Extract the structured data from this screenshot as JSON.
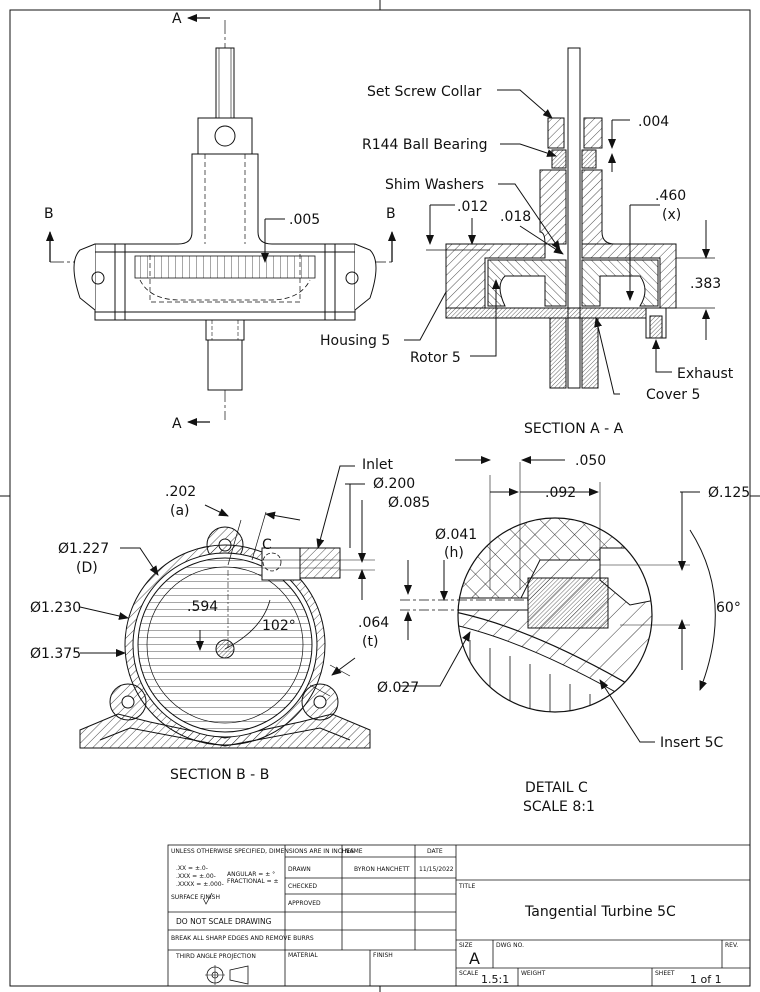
{
  "sections": {
    "aa": "SECTION A - A",
    "bb": "SECTION B - B",
    "detail_title": "DETAIL C",
    "detail_scale": "SCALE 8:1"
  },
  "markers": {
    "a": "A",
    "b": "B",
    "c": "C"
  },
  "callouts": {
    "set_screw_collar": "Set Screw Collar",
    "ball_bearing": "R144 Ball Bearing",
    "shim_washers": "Shim Washers",
    "housing": "Housing 5",
    "rotor": "Rotor 5",
    "cover": "Cover 5",
    "exhaust": "Exhaust",
    "inlet": "Inlet",
    "insert": "Insert 5C"
  },
  "dimensions": {
    "d005": ".005",
    "d004": ".004",
    "d012": ".012",
    "d018": ".018",
    "d460": ".460",
    "d460_note": "(x)",
    "d383": ".383",
    "d202": ".202",
    "d202_note": "(a)",
    "dia1227": "Ø1.227",
    "dia1227_note": "(D)",
    "dia1230": "Ø1.230",
    "dia1375": "Ø1.375",
    "d594": ".594",
    "ang102": "102°",
    "dia200": "Ø.200",
    "dia085": "Ø.085",
    "d064": ".064",
    "d064_note": "(t)",
    "d050": ".050",
    "d092": ".092",
    "dia125": "Ø.125",
    "dia041": "Ø.041",
    "dia041_note": "(h)",
    "ang60": "60°",
    "dia027": "Ø.027"
  },
  "title_block": {
    "tolerance_header": "UNLESS OTHERWISE SPECIFIED, DIMENSIONS ARE IN INCHES",
    "tol_xx": ".XX = ±.0-",
    "tol_xxx": ".XXX = ±.00-",
    "tol_xxxx": ".XXXX = ±.000-",
    "angular": "ANGULAR = ± °",
    "fractional": "FRACTIONAL = ±",
    "surface_finish": "SURFACE FINISH",
    "do_not_scale": "DO NOT SCALE DRAWING",
    "break_edges": "BREAK ALL SHARP EDGES AND REMOVE BURRS",
    "projection": "THIRD ANGLE PROJECTION",
    "name_hdr": "NAME",
    "date_hdr": "DATE",
    "drawn": "DRAWN",
    "drawn_name": "BYRON HANCHETT",
    "drawn_date": "11/15/2022",
    "checked": "CHECKED",
    "approved": "APPROVED",
    "material": "MATERIAL",
    "finish": "FINISH",
    "title_hdr": "TITLE",
    "title": "Tangential Turbine 5C",
    "size_hdr": "SIZE",
    "size": "A",
    "dwg_no": "DWG NO.",
    "rev": "REV.",
    "scale_hdr": "SCALE",
    "scale": "1.5:1",
    "weight": "WEIGHT",
    "sheet_hdr": "SHEET",
    "sheet": "1 of 1"
  }
}
